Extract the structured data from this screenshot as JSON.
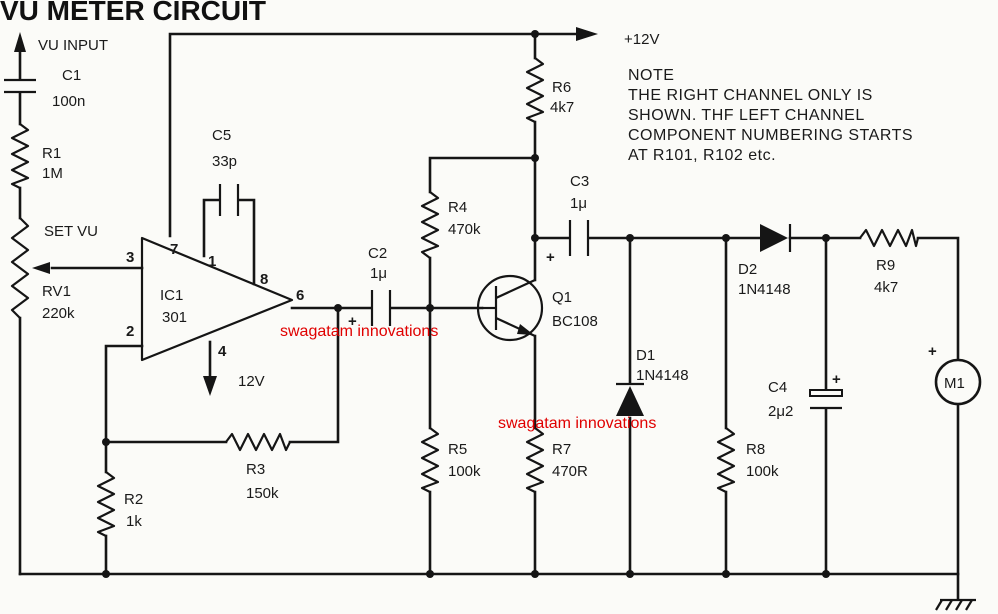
{
  "title": "VU METER CIRCUIT",
  "supply_label": "+12V",
  "input_label": "VU INPUT",
  "set_vu_label": "SET VU",
  "note": {
    "heading": "NOTE",
    "lines": [
      "THE RIGHT CHANNEL ONLY IS",
      "SHOWN. THF LEFT CHANNEL",
      "COMPONENT NUMBERING STARTS",
      "AT R101, R102 etc."
    ]
  },
  "components": {
    "c1": {
      "ref": "C1",
      "value": "100n"
    },
    "r1": {
      "ref": "R1",
      "value": "1M"
    },
    "rv1": {
      "ref": "RV1",
      "value": "220k"
    },
    "c5": {
      "ref": "C5",
      "value": "33p"
    },
    "ic1": {
      "ref": "IC1",
      "value": "301"
    },
    "r2": {
      "ref": "R2",
      "value": "1k"
    },
    "r3": {
      "ref": "R3",
      "value": "150k"
    },
    "c2": {
      "ref": "C2",
      "value": "1μ"
    },
    "r4": {
      "ref": "R4",
      "value": "470k"
    },
    "r5": {
      "ref": "R5",
      "value": "100k"
    },
    "r6": {
      "ref": "R6",
      "value": "4k7"
    },
    "q1": {
      "ref": "Q1",
      "value": "BC108"
    },
    "r7": {
      "ref": "R7",
      "value": "470R"
    },
    "c3": {
      "ref": "C3",
      "value": "1μ"
    },
    "d1": {
      "ref": "D1",
      "value": "1N4148"
    },
    "d2": {
      "ref": "D2",
      "value": "1N4148"
    },
    "r8": {
      "ref": "R8",
      "value": "100k"
    },
    "c4": {
      "ref": "C4",
      "value": "2μ2"
    },
    "r9": {
      "ref": "R9",
      "value": "4k7"
    },
    "m1": {
      "ref": "M1"
    }
  },
  "ic_pins": {
    "p1": "1",
    "p2": "2",
    "p3": "3",
    "p4": "4",
    "p6": "6",
    "p7": "7",
    "p8": "8"
  },
  "ic_supply_label": "12V",
  "plus_sign": "+",
  "watermark": "swagatam innovations"
}
